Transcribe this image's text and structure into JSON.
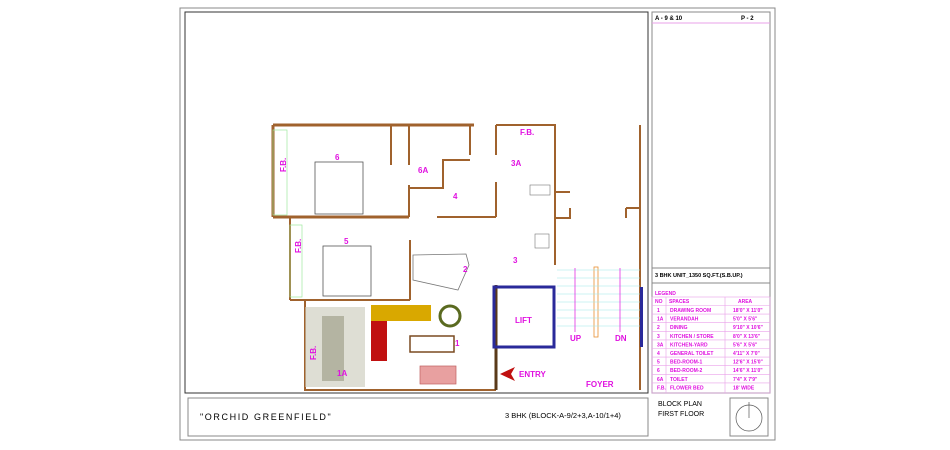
{
  "sheet": {
    "ref": "A - 9 & 10",
    "page": "P - 2"
  },
  "unit_info": "3 BHK UNIT_1350 SQ.FT.(S.B.UP.)",
  "legend": {
    "title": "LEGEND",
    "headers": [
      "NO",
      "SPACES",
      "AREA"
    ],
    "rows": [
      [
        "1",
        "DRAWING ROOM",
        "18'0\" X 11'0\""
      ],
      [
        "1A",
        "VERANDAH",
        "5'0\" X 5'6\""
      ],
      [
        "2",
        "DINING",
        "9'10\" X 10'6\""
      ],
      [
        "3",
        "KITCHEN / STORE",
        "8'0\" X 13'6\""
      ],
      [
        "3A",
        "KITCHEN-YARD",
        "5'6\" X 5'6\""
      ],
      [
        "4",
        "GENERAL TOILET",
        "4'11\" X 7'0\""
      ],
      [
        "5",
        "BED-ROOM-1",
        "12'6\" X 15'0\""
      ],
      [
        "6",
        "BED-ROOM-2",
        "14'6\" X 11'0\""
      ],
      [
        "6A",
        "TOILET",
        "7'4\" X 7'9\""
      ],
      [
        "F.B.",
        "FLOWER BED",
        "18' WIDE"
      ]
    ]
  },
  "title_block": {
    "project": "\"ORCHID  GREENFIELD\"",
    "subtitle": "3 BHK (BLOCK-A-9/2+3,A-10/1+4)",
    "drawing_line1": "BLOCK PLAN",
    "drawing_line2": "FIRST FLOOR"
  },
  "plan_labels": {
    "r6": "6",
    "r6a": "6A",
    "r4": "4",
    "r3a": "3A",
    "fb_top": "F.B.",
    "r5": "5",
    "r2": "2",
    "r3": "3",
    "lift": "LIFT",
    "up": "UP",
    "dn": "DN",
    "r1": "1",
    "r1a": "1A",
    "entry": "ENTRY",
    "foyer": "FOYER",
    "fb1": "F.B.",
    "fb2": "F.B.",
    "fb3": "F.B."
  },
  "colors": {
    "wall": "#a0622d",
    "label": "#e010e0",
    "lift": "#2a2a9a",
    "sofa_red": "#c01010",
    "sofa_yellow": "#d9a800"
  }
}
